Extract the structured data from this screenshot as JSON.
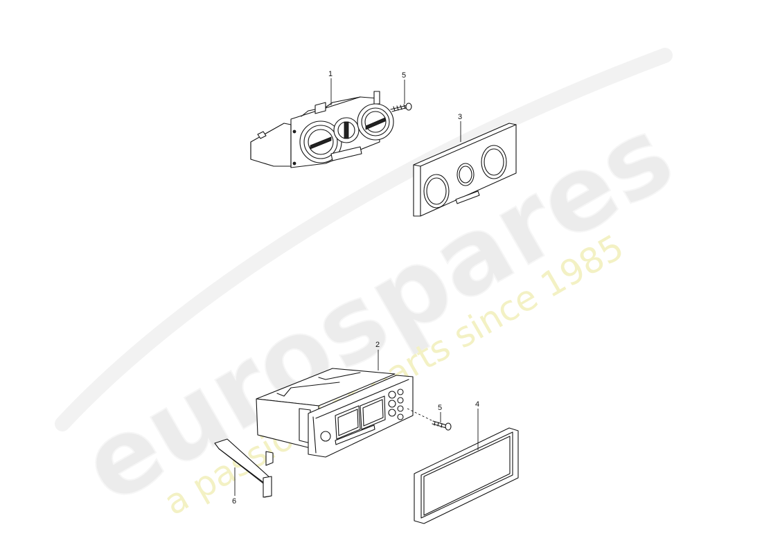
{
  "watermark": {
    "brand": "eurospares",
    "tagline": "a passion for parts since 1985"
  },
  "callouts": {
    "c1": "1",
    "c2": "2",
    "c3": "3",
    "c4": "4",
    "c5a": "5",
    "c5b": "5",
    "c6": "6"
  }
}
